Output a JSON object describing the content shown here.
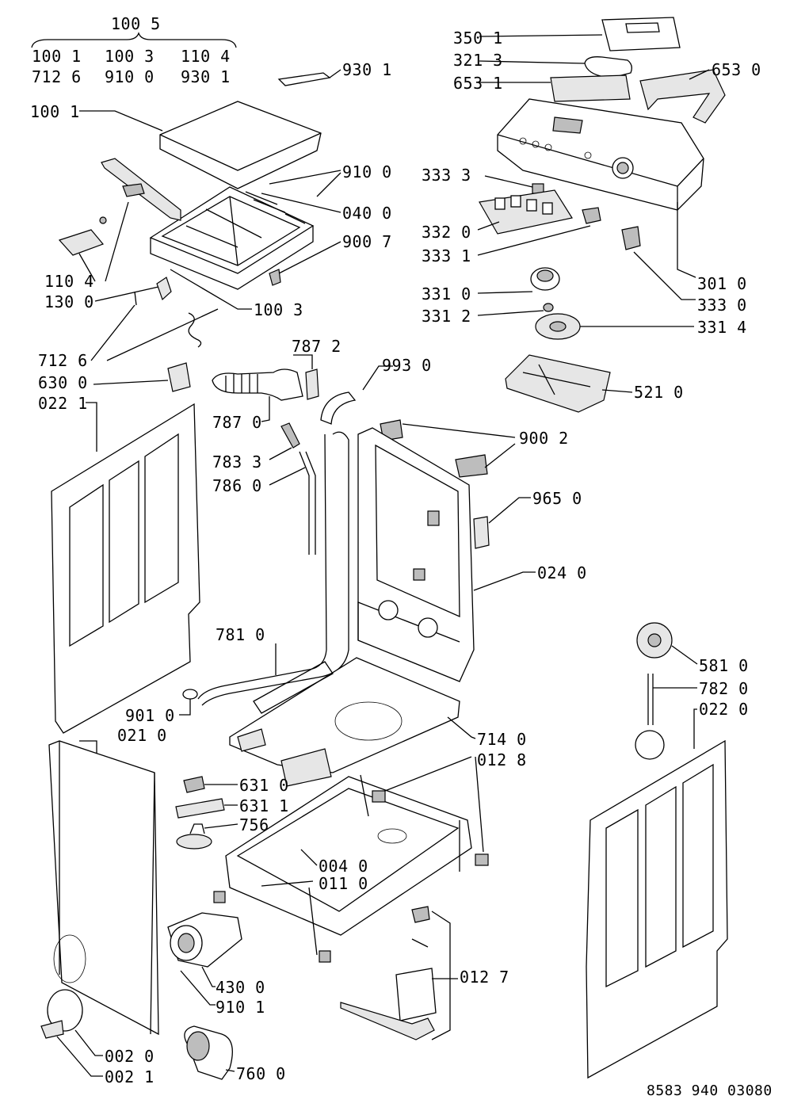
{
  "header_group": {
    "top": "100 5",
    "row1": [
      "100 1",
      "100 3",
      "110 4"
    ],
    "row2": [
      "712 6",
      "910 0",
      "930 1"
    ]
  },
  "labels": {
    "l_930_1": "930 1",
    "l_100_1": "100 1",
    "l_910_0": "910 0",
    "l_040_0": "040 0",
    "l_900_7": "900 7",
    "l_110_4": "110 4",
    "l_130_0": "130 0",
    "l_100_3": "100 3",
    "l_712_6": "712 6",
    "l_630_0": "630 0",
    "l_022_1": "022 1",
    "l_787_2": "787 2",
    "l_787_0": "787 0",
    "l_783_3": "783 3",
    "l_786_0": "786 0",
    "l_993_0": "993 0",
    "l_350_1": "350 1",
    "l_321_3": "321 3",
    "l_653_1": "653 1",
    "l_653_0": "653 0",
    "l_333_3": "333 3",
    "l_332_0": "332 0",
    "l_333_1": "333 1",
    "l_301_0": "301 0",
    "l_333_0": "333 0",
    "l_331_0": "331 0",
    "l_331_2": "331 2",
    "l_331_4": "331 4",
    "l_521_0": "521 0",
    "l_900_2": "900 2",
    "l_965_0": "965 0",
    "l_024_0": "024 0",
    "l_781_0": "781 0",
    "l_581_0": "581 0",
    "l_782_0": "782 0",
    "l_022_0": "022 0",
    "l_901_0": "901 0",
    "l_021_0": "021 0",
    "l_714_0": "714 0",
    "l_012_8": "012 8",
    "l_631_0": "631 0",
    "l_631_1": "631 1",
    "l_756_0": "756 0",
    "l_004_0": "004 0",
    "l_011_0": "011 0",
    "l_430_0": "430 0",
    "l_910_1": "910 1",
    "l_012_7": "012 7",
    "l_002_0": "002 0",
    "l_002_1": "002 1",
    "l_760_0": "760 0"
  },
  "footer": {
    "doc_number": "8583 940 03080"
  }
}
